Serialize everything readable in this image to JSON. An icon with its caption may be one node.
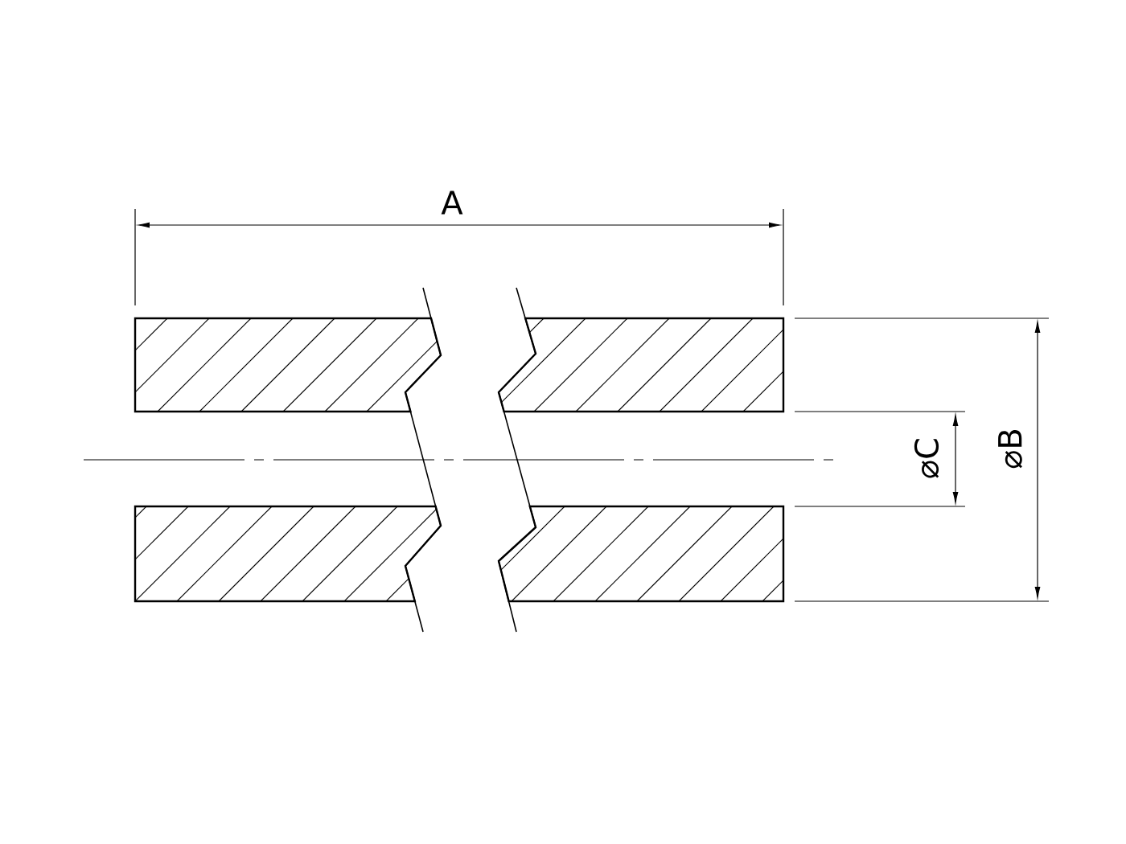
{
  "diagram": {
    "labels": [
      "A",
      "⌀C",
      "⌀B"
    ]
  }
}
